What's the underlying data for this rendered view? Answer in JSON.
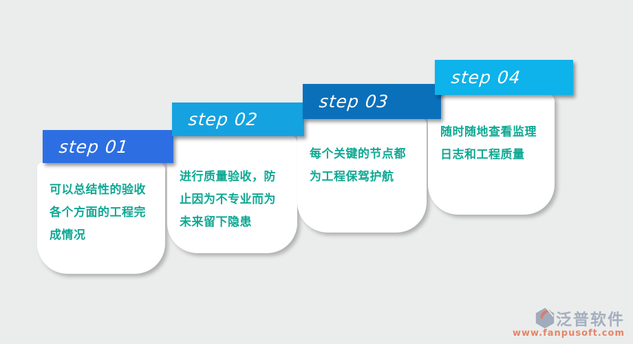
{
  "canvas": {
    "background_color": "#ebecec"
  },
  "steps": [
    {
      "label": "step 01",
      "header_color": "#2d6fe2",
      "text": "可以总结性的验收\n各个方面的工程完\n成情况"
    },
    {
      "label": "step 02",
      "header_color": "#14a3e0",
      "text": "进行质量验收，防\n止因为不专业而为\n未来留下隐患"
    },
    {
      "label": "step 03",
      "header_color": "#0a70ba",
      "text": "每个关键的节点都\n为工程保驾护航"
    },
    {
      "label": "step 04",
      "header_color": "#0db3ea",
      "text": "随时随地查看监理\n日志和工程质量"
    }
  ],
  "body_text_color": "#0fa893",
  "footer": {
    "brand": "泛普软件",
    "url": "www.fanpusoft.com",
    "brand_color": "#98a4b6",
    "url_color": "#e5734f",
    "icon": "fanpu-hexagon-logo"
  }
}
